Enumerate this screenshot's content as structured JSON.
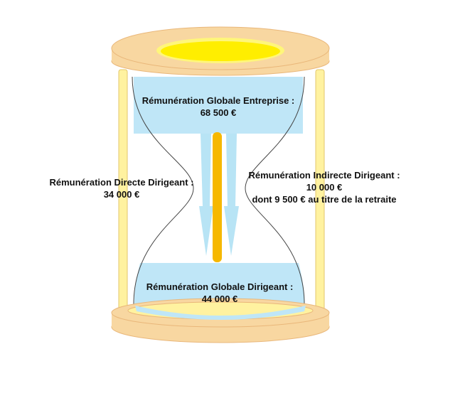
{
  "colors": {
    "frame": "#f8d7a1",
    "frame_edge": "#e9b77a",
    "pillar": "#fff2a0",
    "pillar_edge": "#e3c76c",
    "sun": "#ffee00",
    "sun_glow": "#fff67a",
    "water": "#bfe6f7",
    "stream": "#b8e4f5",
    "flow_bar": "#f6b800",
    "outline": "#444444"
  },
  "labels": {
    "top": {
      "title": "Rémunération Globale Entreprise :",
      "value": "68 500 €"
    },
    "left": {
      "title": "Rémunération Directe Dirigeant :",
      "value": "34 000 €"
    },
    "right": {
      "title": "Rémunération Indirecte Dirigeant :",
      "value": "10 000 €",
      "note": "dont 9 500 € au titre de la retraite"
    },
    "bottom": {
      "title": "Rémunération Globale Dirigeant :",
      "value": "44 000 €"
    }
  }
}
